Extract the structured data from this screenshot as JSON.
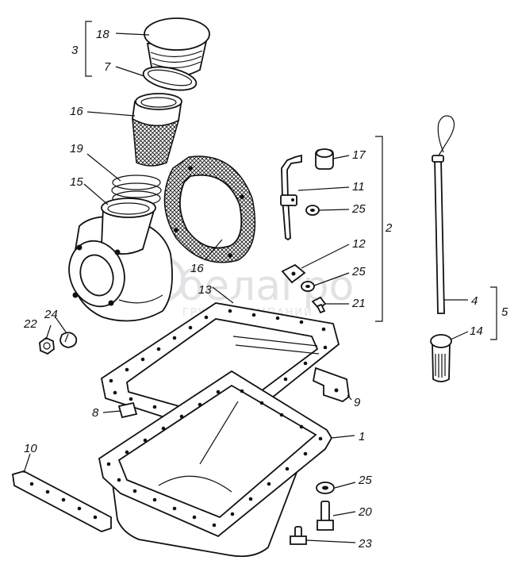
{
  "labels": {
    "l18": "18",
    "l7": "7",
    "l3": "3",
    "l16a": "16",
    "l19": "19",
    "l15": "15",
    "l16b": "16",
    "l17": "17",
    "l11": "11",
    "l25a": "25",
    "l2": "2",
    "l12": "12",
    "l25b": "25",
    "l21": "21",
    "l13": "13",
    "l22": "22",
    "l24": "24",
    "l4": "4",
    "l5": "5",
    "l14": "14",
    "l9": "9",
    "l8": "8",
    "l1": "1",
    "l10": "10",
    "l25c": "25",
    "l20": "20",
    "l23": "23"
  },
  "watermark": {
    "brand": "белагро",
    "tagline": "ГРУППА КОМПАНИЙ",
    "color": "#c9ccd1"
  },
  "colors": {
    "line": "#111111",
    "paper": "#ffffff"
  }
}
